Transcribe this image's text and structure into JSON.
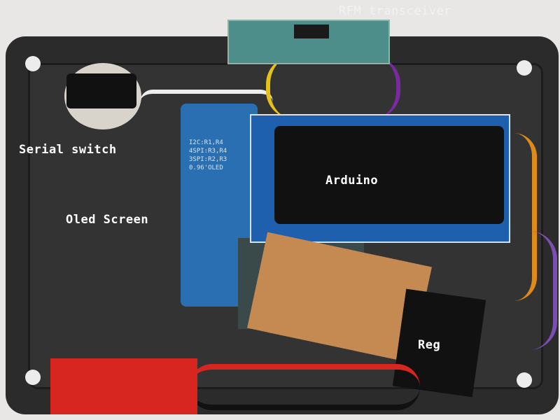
{
  "labels": {
    "rfm": "RFM transceiver",
    "serial_switch": "Serial switch",
    "oled_screen": "Oled Screen",
    "arduino": "Arduino",
    "reg": "Reg"
  },
  "oled_silkscreen": [
    "I2C:R1,R4",
    "4SPI:R3,R4",
    "3SPI:R2,R3",
    "0.96'OLED"
  ],
  "colors": {
    "case": "#2b2b2b",
    "background": "#e9e6e6",
    "arduino_pcb": "#1e5fae",
    "connector": "#d6261f",
    "label_text": "#ffffff"
  }
}
